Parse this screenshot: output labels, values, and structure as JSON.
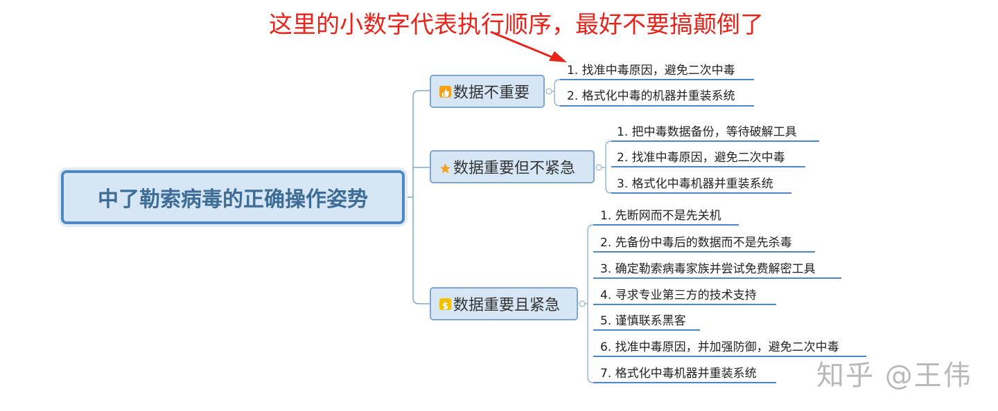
{
  "annotation": "这里的小数字代表执行顺序，最好不要搞颠倒了",
  "root": {
    "label": "中了勒索病毒的正确操作姿势"
  },
  "branches": [
    {
      "label": "数据不重要",
      "icon": "thumbs-up-icon",
      "color": "#f5a11a",
      "items": [
        "1. 找准中毒原因，避免二次中毒",
        "2. 格式化中毒的机器并重装系统"
      ]
    },
    {
      "label": "数据重要但不紧急",
      "icon": "star-icon",
      "color": "#f5a11a",
      "items": [
        "1. 把中毒数据备份，等待破解工具",
        "2. 找准中毒原因，避免二次中毒",
        "3. 格式化中毒机器并重装系统"
      ]
    },
    {
      "label": "数据重要且紧急",
      "icon": "dollar-icon",
      "color": "#f2c200",
      "items": [
        "1. 先断网而不是先关机",
        "2. 先备份中毒后的数据而不是先杀毒",
        "3. 确定勒索病毒家族并尝试免费解密工具",
        "4. 寻求专业第三方的技术支持",
        "5. 谨慎联系黑客",
        "6. 找准中毒原因，并加强防御，避免二次中毒",
        "7. 格式化中毒机器并重装系统"
      ]
    }
  ],
  "watermark": "知乎 @王伟",
  "colors": {
    "annotation": "#e8231a",
    "line": "#4a86c8",
    "root_border": "#4d88c0",
    "node_fill": "#d6e6f4"
  }
}
